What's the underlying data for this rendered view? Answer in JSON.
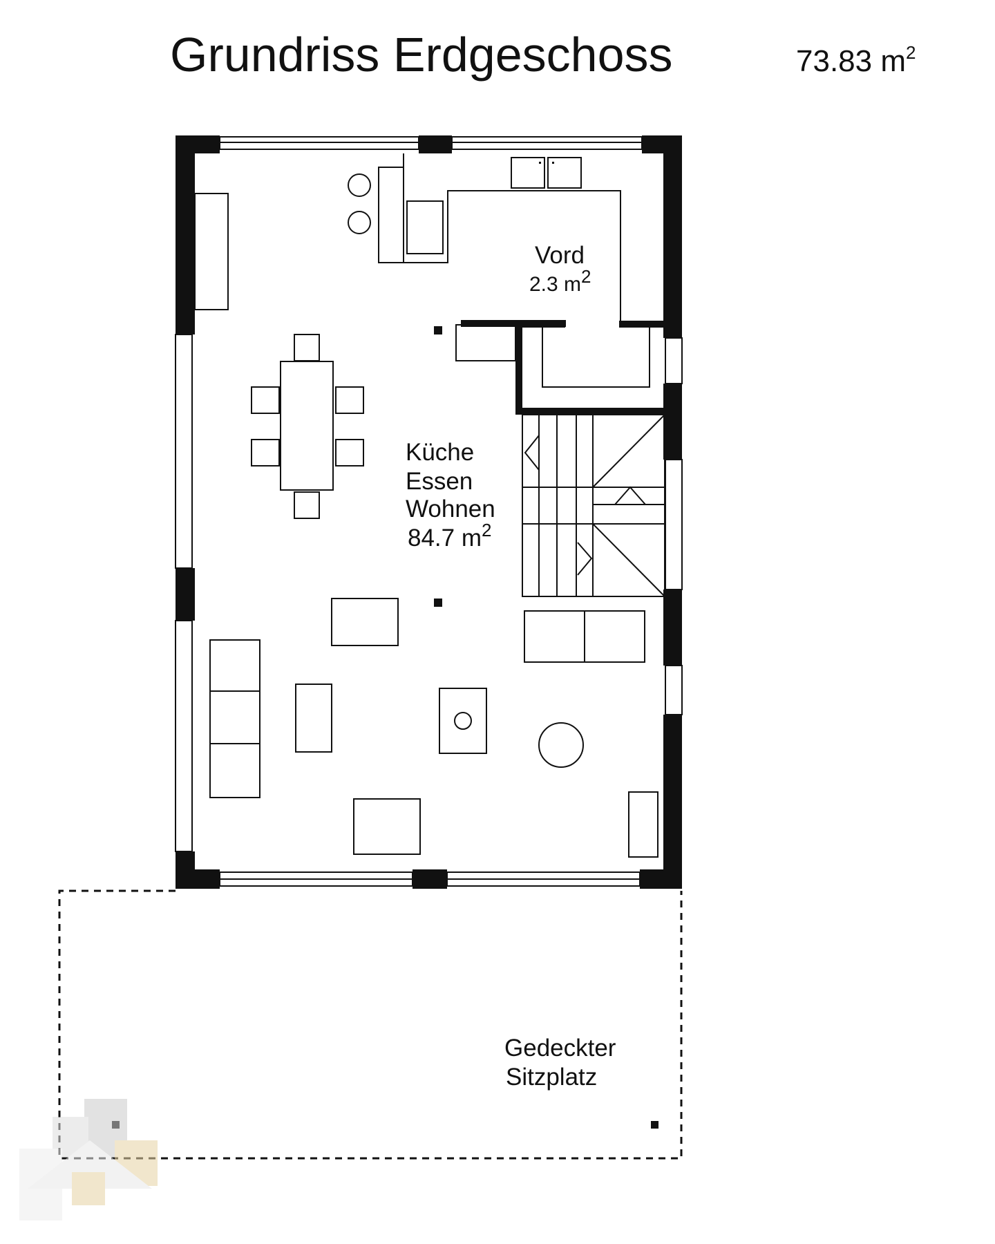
{
  "plan": {
    "title": "Grundriss Erdgeschoss",
    "total_area_value": "73.83 m",
    "total_area_sup": "2",
    "rooms": {
      "vord_name": "Vord",
      "vord_area": "2.3 m",
      "vord_sup": "2",
      "living_line1": "Küche",
      "living_line2": "Essen",
      "living_line3": "Wohnen",
      "living_area": "84.7 m",
      "living_sup": "2",
      "terrace_line1": "Gedeckter",
      "terrace_line2": "Sitzplatz"
    }
  },
  "colors": {
    "wall": "#111111",
    "background": "#ffffff",
    "watermark": "#cccccc",
    "watermark_accent": "#e6d3a3"
  }
}
